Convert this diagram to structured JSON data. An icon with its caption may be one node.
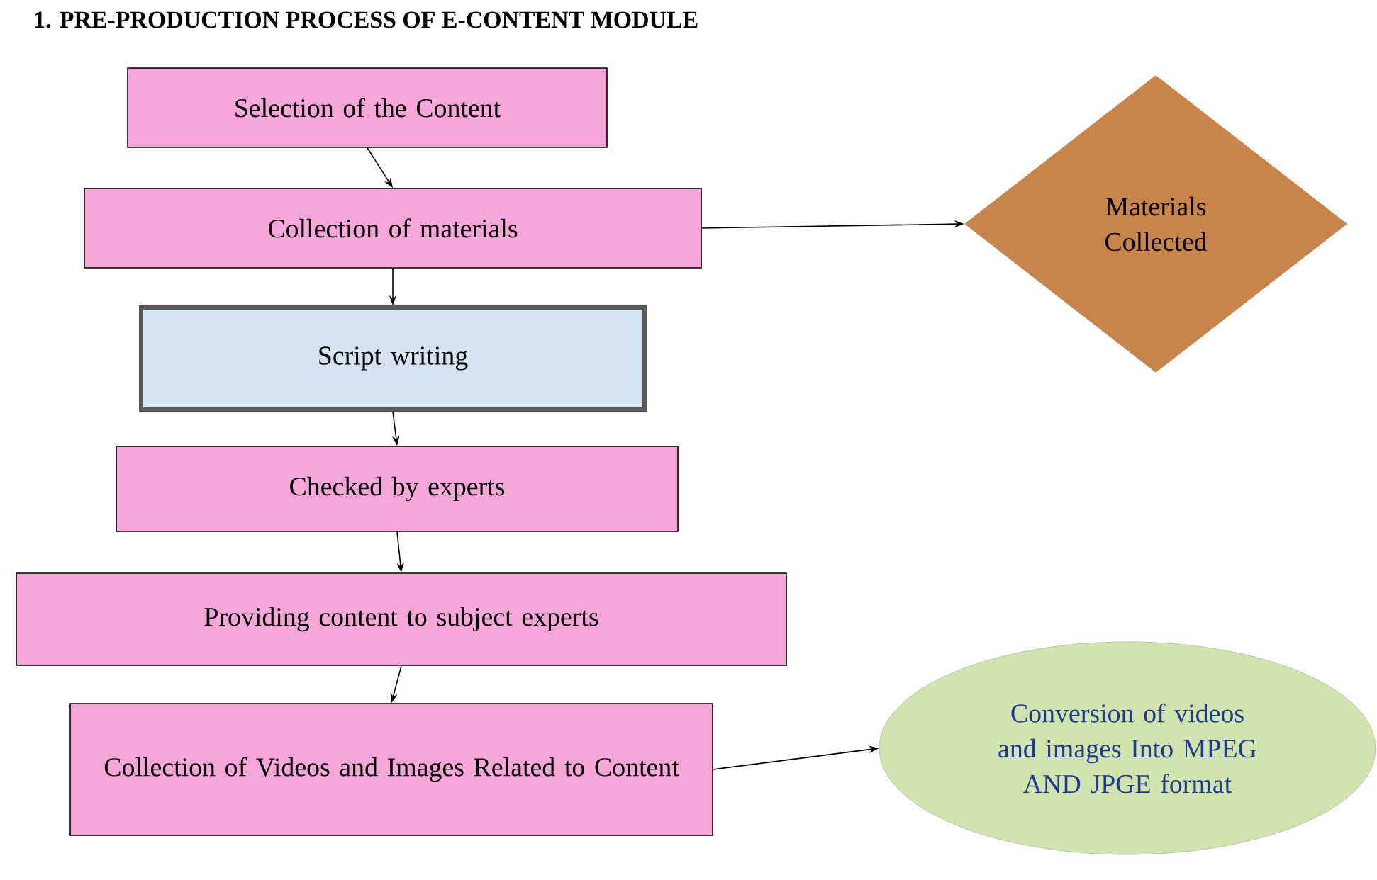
{
  "diagram": {
    "title": "1. PRE-PRODUCTION PROCESS OF E-CONTENT MODULE",
    "nodes": [
      {
        "text": [
          "Selection of the Content"
        ]
      },
      {
        "text": [
          "Collection of materials"
        ]
      },
      {
        "text": [
          "Script writing"
        ]
      },
      {
        "text": [
          "Checked by experts"
        ]
      },
      {
        "text": [
          "Providing content to subject experts"
        ]
      },
      {
        "text": [
          "Collection of Videos and Images Related to Content"
        ]
      },
      {
        "text": [
          "Materials Collected"
        ]
      },
      {
        "text": [
          "Conversion of videos and images Into MPEG AND JPGE format"
        ]
      }
    ],
    "edges": [
      {
        "from": 0,
        "to": 1,
        "arrow": "to"
      },
      {
        "from": 1,
        "to": 2,
        "arrow": "to"
      },
      {
        "from": 2,
        "to": 3,
        "arrow": "to"
      },
      {
        "from": 3,
        "to": 4,
        "arrow": "to"
      },
      {
        "from": 4,
        "to": 5,
        "arrow": "to"
      },
      {
        "from": 1,
        "to": 6,
        "arrow": "to"
      },
      {
        "from": 5,
        "to": 7,
        "arrow": "to"
      }
    ]
  }
}
